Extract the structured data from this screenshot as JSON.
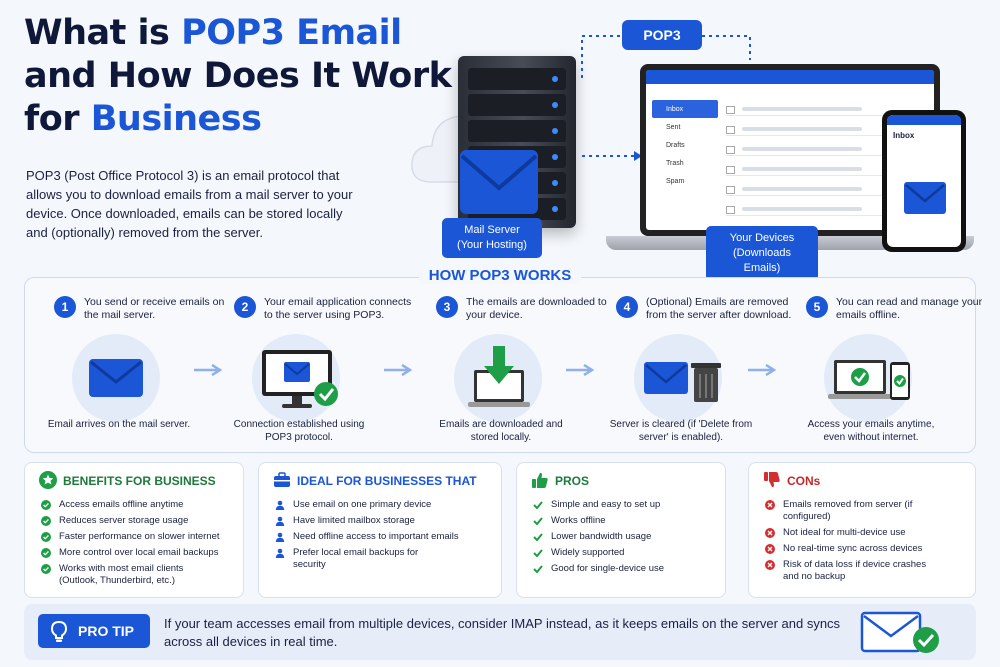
{
  "header": {
    "title_prefix": "What is ",
    "title_highlight": "POP3 Email",
    "title_middle": " and How Does It Work for ",
    "title_highlight2": "Business",
    "intro": "POP3 (Post Office Protocol 3) is an email protocol that allows you to download emails from a mail server to your device. Once downloaded, emails can be stored locally and (optionally) removed from the server."
  },
  "hero": {
    "pop3_label": "POP3",
    "server_caption_line1": "Mail Server",
    "server_caption_line2": "(Your Hosting)",
    "devices_caption_line1": "Your Devices",
    "devices_caption_line2": "(Downloads Emails)",
    "laptop_folders": [
      "Inbox",
      "Sent",
      "Drafts",
      "Trash",
      "Spam"
    ],
    "phone_inbox": "Inbox"
  },
  "how": {
    "title": "HOW POP3 WORKS",
    "steps": [
      {
        "num": "1",
        "text": "You send or receive emails on the mail server.",
        "caption": "Email arrives on the mail server."
      },
      {
        "num": "2",
        "text": "Your email application connects to the server using POP3.",
        "caption": "Connection established using POP3 protocol."
      },
      {
        "num": "3",
        "text": "The emails are downloaded to your device.",
        "caption": "Emails are downloaded and stored locally."
      },
      {
        "num": "4",
        "text": "(Optional) Emails are removed from the server after download.",
        "caption": "Server is cleared (if 'Delete from server' is enabled)."
      },
      {
        "num": "5",
        "text": "You can read and manage your emails offline.",
        "caption": "Access your emails anytime, even without internet."
      }
    ]
  },
  "benefits": {
    "title": "BENEFITS FOR BUSINESS",
    "items": [
      "Access emails offline anytime",
      "Reduces server storage usage",
      "Faster performance on slower internet",
      "More control over local email backups",
      "Works with most email clients (Outlook, Thunderbird, etc.)"
    ]
  },
  "ideal": {
    "title": "IDEAL FOR BUSINESSES THAT",
    "items": [
      "Use email on one primary device",
      "Have limited mailbox storage",
      "Need offline access to important emails",
      "Prefer local email backups for security"
    ]
  },
  "pros": {
    "title": "PROS",
    "items": [
      "Simple and easy to set up",
      "Works offline",
      "Lower bandwidth usage",
      "Widely supported",
      "Good for single-device use"
    ]
  },
  "cons": {
    "title": "CONs",
    "items": [
      "Emails removed from server (if configured)",
      "Not ideal for multi-device use",
      "No real-time sync across devices",
      "Risk of data loss if device crashes and no backup"
    ]
  },
  "tip": {
    "label": "PRO TIP",
    "text": "If your team accesses email from multiple devices, consider IMAP instead, as it keeps emails on the server and syncs across all devices in real time."
  },
  "colors": {
    "accent": "#1a56d6",
    "green": "#1e9e46",
    "red": "#d32f2f",
    "dark": "#0f1838"
  }
}
